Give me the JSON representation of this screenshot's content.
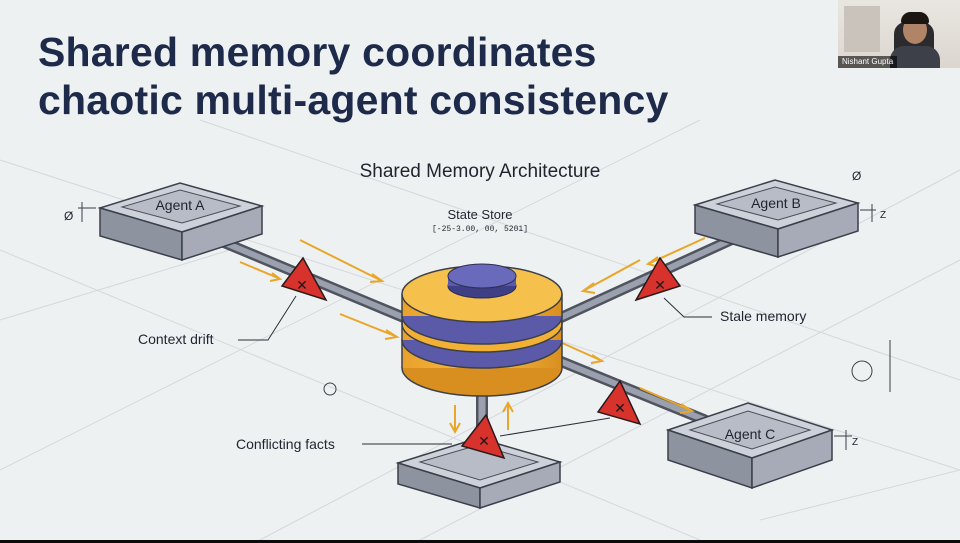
{
  "slide": {
    "title_line1": "Shared memory coordinates",
    "title_line2": "chaotic multi-agent consistency"
  },
  "diagram": {
    "heading": "Shared Memory Architecture",
    "state_store": {
      "label": "State Store",
      "readout": "[-25-3.00, 00, 5201]"
    },
    "agents": [
      {
        "label": "Agent A"
      },
      {
        "label": "Agent B"
      },
      {
        "label": "Agent C"
      }
    ],
    "callouts": {
      "context_drift": "Context drift",
      "stale_memory": "Stale memory",
      "conflicting_facts": "Conflicting facts"
    },
    "dimension_marks": [
      "Ø",
      "Ø",
      "Z",
      "Z"
    ],
    "colors": {
      "title": "#1e2a4a",
      "store_gold": "#f2b134",
      "store_core": "#5a5aa8",
      "warning_red": "#d8322c",
      "flow_arrow": "#e9a628",
      "agent_block": "#b4b8c4"
    },
    "icons": [
      "warning-triangle-icon",
      "database-cylinder-icon"
    ]
  },
  "participant": {
    "name": "Nishant Gupta"
  }
}
